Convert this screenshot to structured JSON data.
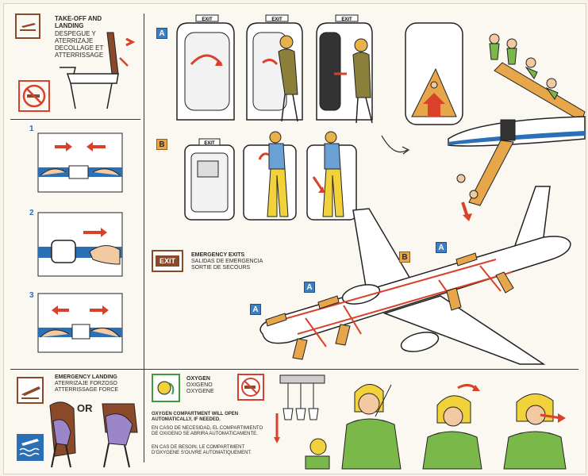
{
  "takeoff": {
    "title": "TAKE-OFF AND LANDING",
    "lines": [
      "DESPEGUE Y ATERRIZAJE",
      "DECOLLAGE ET",
      "ATTERRISSAGE"
    ]
  },
  "belt_steps": [
    "1",
    "2",
    "3"
  ],
  "exit_tags": {
    "a": "A",
    "b": "B"
  },
  "exit_sign": "EXIT",
  "emergency_exits": {
    "title": "EMERGENCY EXITS",
    "lines": [
      "SALIDAS DE EMERGENCIA",
      "SORTIE DE SECOURS"
    ],
    "sign": "EXIT"
  },
  "emergency_landing": {
    "title": "EMERGENCY LANDING",
    "lines": [
      "ATERRIZAJE FORZOSO",
      "ATTERRISSAGE FORCE"
    ],
    "or": "OR"
  },
  "oxygen": {
    "title": "OXYGEN",
    "lines": [
      "OXIGENO",
      "OXYGENE"
    ],
    "note_en": "OXYGEN COMPARTMENT WILL OPEN AUTOMATICALLY, IF NEEDED.",
    "note_es": "EN CASO DE NECESIDAD, EL COMPARTIMIENTO DE OXIGENO SE ABRIRA AUTOMATICAMENTE.",
    "note_fr": "EN CAS DE BESOIN, LE COMPARTIMENT D'OXYGENE S'OUVRE AUTOMATIQUEMENT."
  },
  "colors": {
    "blue": "#2b6fb7",
    "red": "#d9412a",
    "orange": "#e8a64a",
    "green": "#3f9a3b",
    "brown": "#8a4a2a"
  }
}
